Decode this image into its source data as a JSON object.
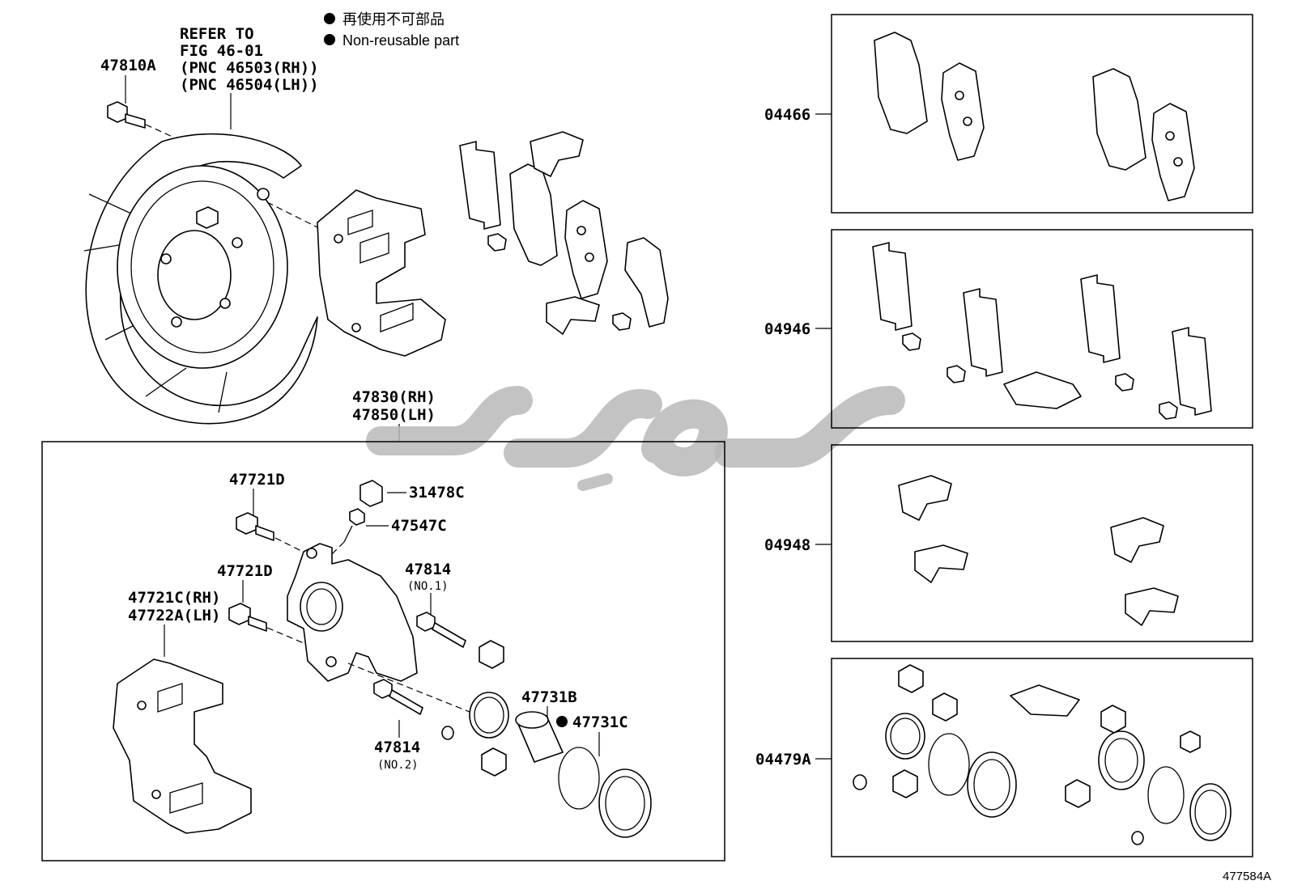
{
  "legend": {
    "symbol": "●",
    "ja": "再使用不可部品",
    "en": "Non-reusable part"
  },
  "refer": {
    "line1": "REFER TO",
    "line2": "FIG 46-01",
    "line3": "(PNC 46503(RH))",
    "line4": "(PNC 46504(LH))"
  },
  "labels": {
    "p47810A": "47810A",
    "p47830": "47830(RH)",
    "p47850": "47850(LH)",
    "p47721D_a": "47721D",
    "p47721D_b": "47721D",
    "p47721C": "47721C(RH)",
    "p47722A": "47722A(LH)",
    "p31478C": "31478C",
    "p47547C": "47547C",
    "p47814_1": "47814",
    "no1": "(NO.1)",
    "p47814_2": "47814",
    "no2": "(NO.2)",
    "p47731B": "47731B",
    "p47731C": "47731C",
    "p04466": "04466",
    "p04946": "04946",
    "p04948": "04948",
    "p04479A": "04479A"
  },
  "figure_id": "477584A",
  "icons": [
    "non-reusable-dot-icon",
    "watermark-logo"
  ]
}
